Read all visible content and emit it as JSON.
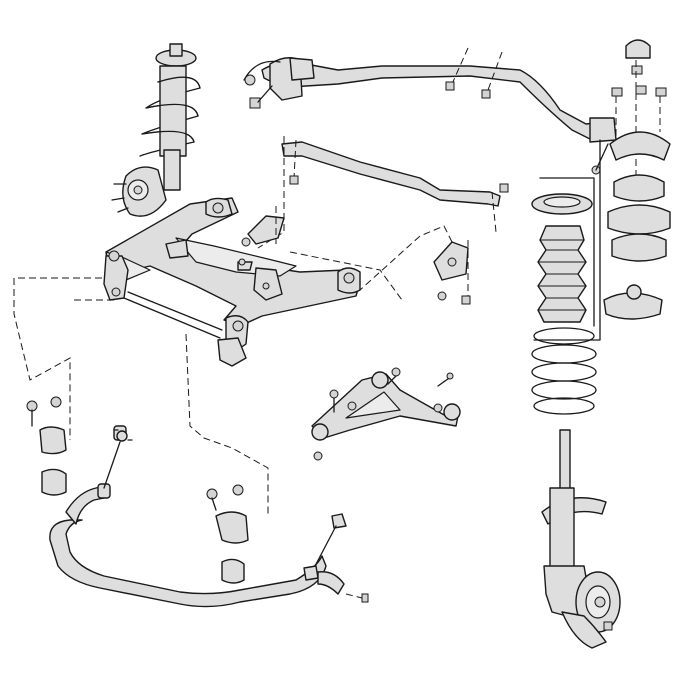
{
  "diagram": {
    "kind": "exploded-view",
    "colors": {
      "ink": "#1a1a1a",
      "fill": "#dedede",
      "fill_light": "#ececec",
      "background": "#ffffff"
    },
    "assemblies": [
      "strut-assembly-installed",
      "front-subframe",
      "rear-mounting-bar",
      "steering-rack-bracket",
      "front-lower-arm",
      "anti-roll-bar",
      "drop-link",
      "strut-top-mount",
      "coil-spring-seat",
      "dust-boot",
      "coil-spring",
      "damper-strut-with-hub"
    ]
  }
}
